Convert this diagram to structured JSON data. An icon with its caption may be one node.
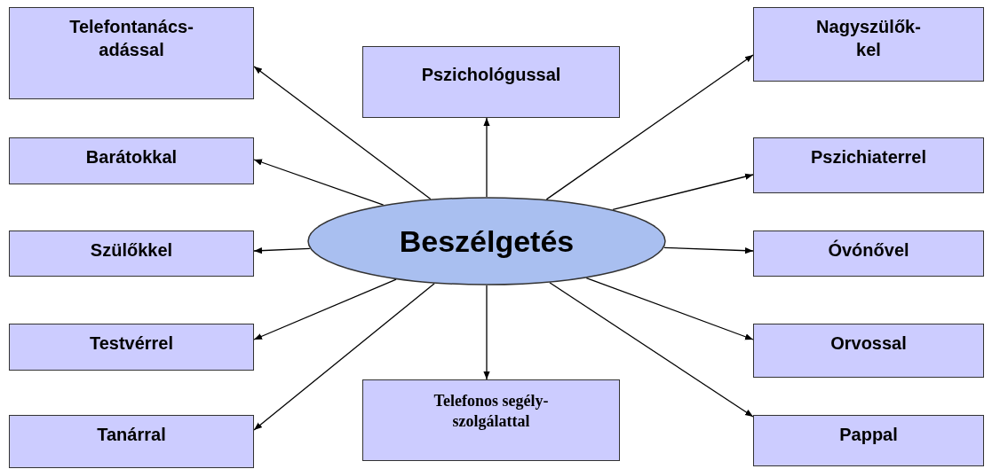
{
  "diagram": {
    "nodes": [
      {
        "text": [
          "Telefontanács- adással"
        ]
      },
      {
        "text": [
          "Pszichológussal"
        ]
      },
      {
        "text": [
          "Nagyszülők- kel"
        ]
      },
      {
        "text": [
          "Barátokkal"
        ]
      },
      {
        "text": [
          "Pszichiaterrel"
        ]
      },
      {
        "text": [
          "Beszélgetés"
        ]
      },
      {
        "text": [
          "Szülőkkel"
        ]
      },
      {
        "text": [
          "Óvónővel"
        ]
      },
      {
        "text": [
          "Testvérrel"
        ]
      },
      {
        "text": [
          "Orvossal"
        ]
      },
      {
        "text": [
          "Telefonos segély- szolgálattal"
        ]
      },
      {
        "text": [
          "Tanárral"
        ]
      },
      {
        "text": [
          "Pappal"
        ]
      }
    ],
    "edges": [
      {
        "from": 5,
        "to": 0,
        "arrow": "to"
      },
      {
        "from": 5,
        "to": 3,
        "arrow": "to"
      },
      {
        "from": 5,
        "to": 6,
        "arrow": "to"
      },
      {
        "from": 5,
        "to": 8,
        "arrow": "to"
      },
      {
        "from": 5,
        "to": 11,
        "arrow": "to"
      },
      {
        "from": 5,
        "to": 1,
        "arrow": "to"
      },
      {
        "from": 5,
        "to": 10,
        "arrow": "to"
      },
      {
        "from": 5,
        "to": 2,
        "arrow": "to"
      },
      {
        "from": 5,
        "to": 4,
        "arrow": "to"
      },
      {
        "from": 5,
        "to": 7,
        "arrow": "to"
      },
      {
        "from": 5,
        "to": 9,
        "arrow": "to"
      },
      {
        "from": 5,
        "to": 12,
        "arrow": "to"
      }
    ]
  }
}
